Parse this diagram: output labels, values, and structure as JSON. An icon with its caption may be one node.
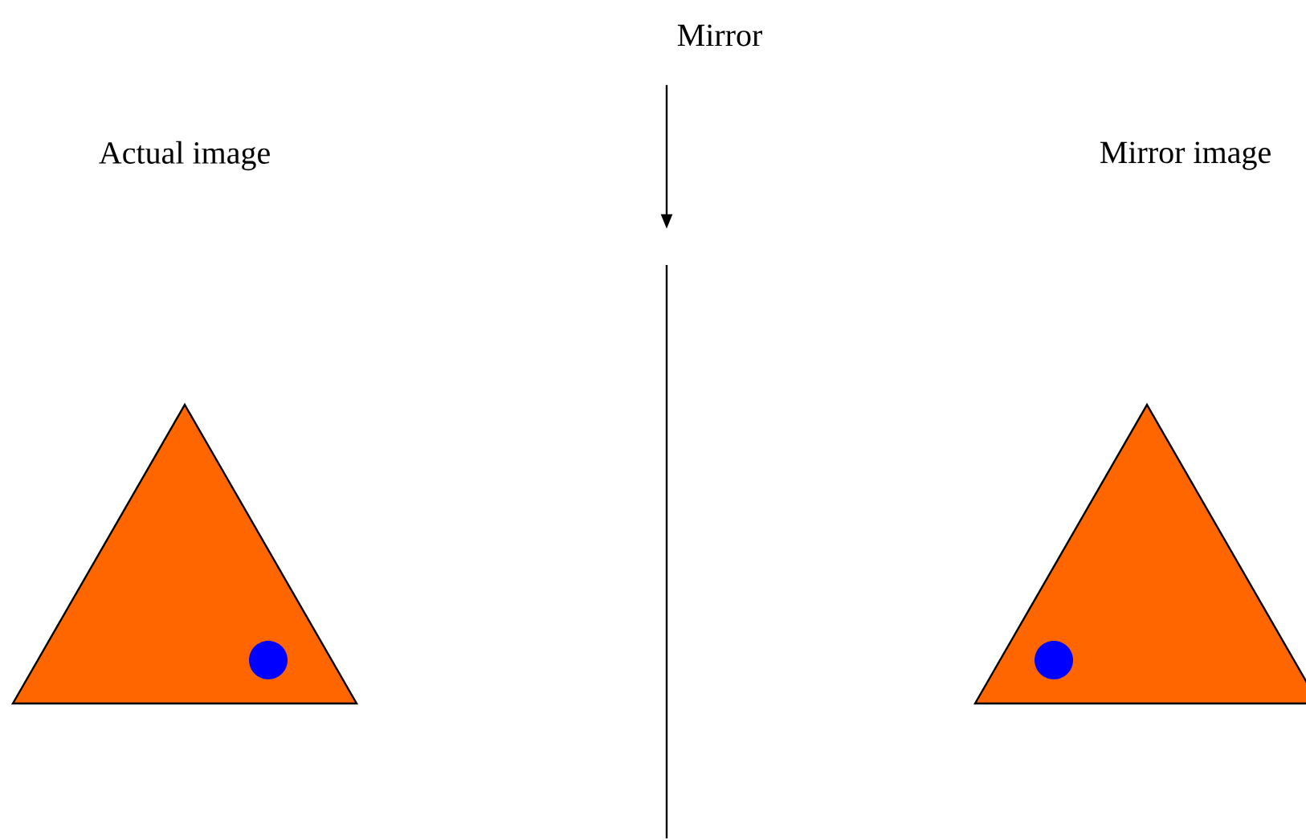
{
  "diagram": {
    "nodes": [
      {
        "text": [
          "Mirror"
        ]
      },
      {
        "text": [],
        "shape": "line"
      }
    ],
    "edges": [
      {
        "from": 0,
        "to": 1,
        "arrow": "to"
      }
    ],
    "labels": [
      "Actual image",
      "Mirror image"
    ]
  }
}
